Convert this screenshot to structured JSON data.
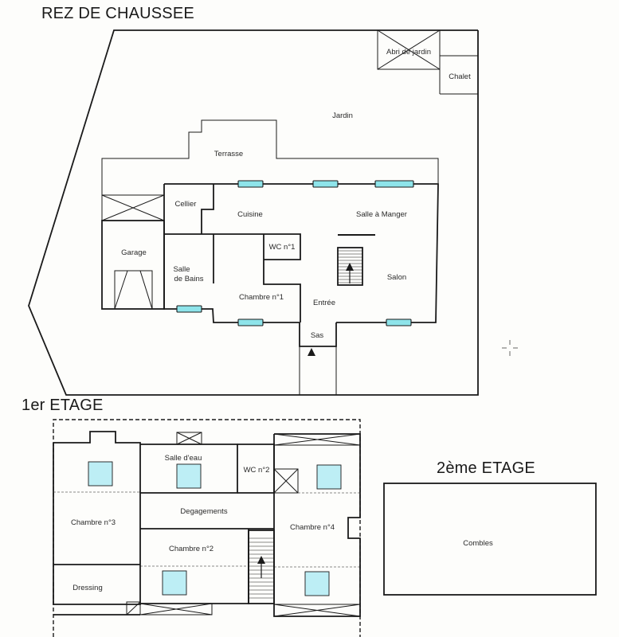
{
  "floors": {
    "ground": {
      "title": "REZ DE CHAUSSEE",
      "rooms": {
        "abri": "Abri de jardin",
        "chalet": "Chalet",
        "jardin": "Jardin",
        "terrasse": "Terrasse",
        "cellier": "Cellier",
        "cuisine": "Cuisine",
        "salle_manger": "Salle à Manger",
        "garage": "Garage",
        "wc1": "WC n°1",
        "salle_bains_1": "Salle",
        "salle_bains_2": "de Bains",
        "salon": "Salon",
        "chambre1": "Chambre n°1",
        "entree": "Entrée",
        "sas": "Sas"
      }
    },
    "first": {
      "title": "1er ETAGE",
      "rooms": {
        "salle_eau": "Salle d'eau",
        "wc2": "WC n°2",
        "degagements": "Degagements",
        "chambre3": "Chambre n°3",
        "chambre2": "Chambre n°2",
        "chambre4": "Chambre n°4",
        "dressing": "Dressing"
      }
    },
    "second": {
      "title": "2ème ETAGE",
      "rooms": {
        "combles": "Combles"
      }
    }
  },
  "colors": {
    "wall": "#1a1a1a",
    "window": "#8ee4ea",
    "skylight": "#bdeef5",
    "background": "#fdfdfb"
  }
}
